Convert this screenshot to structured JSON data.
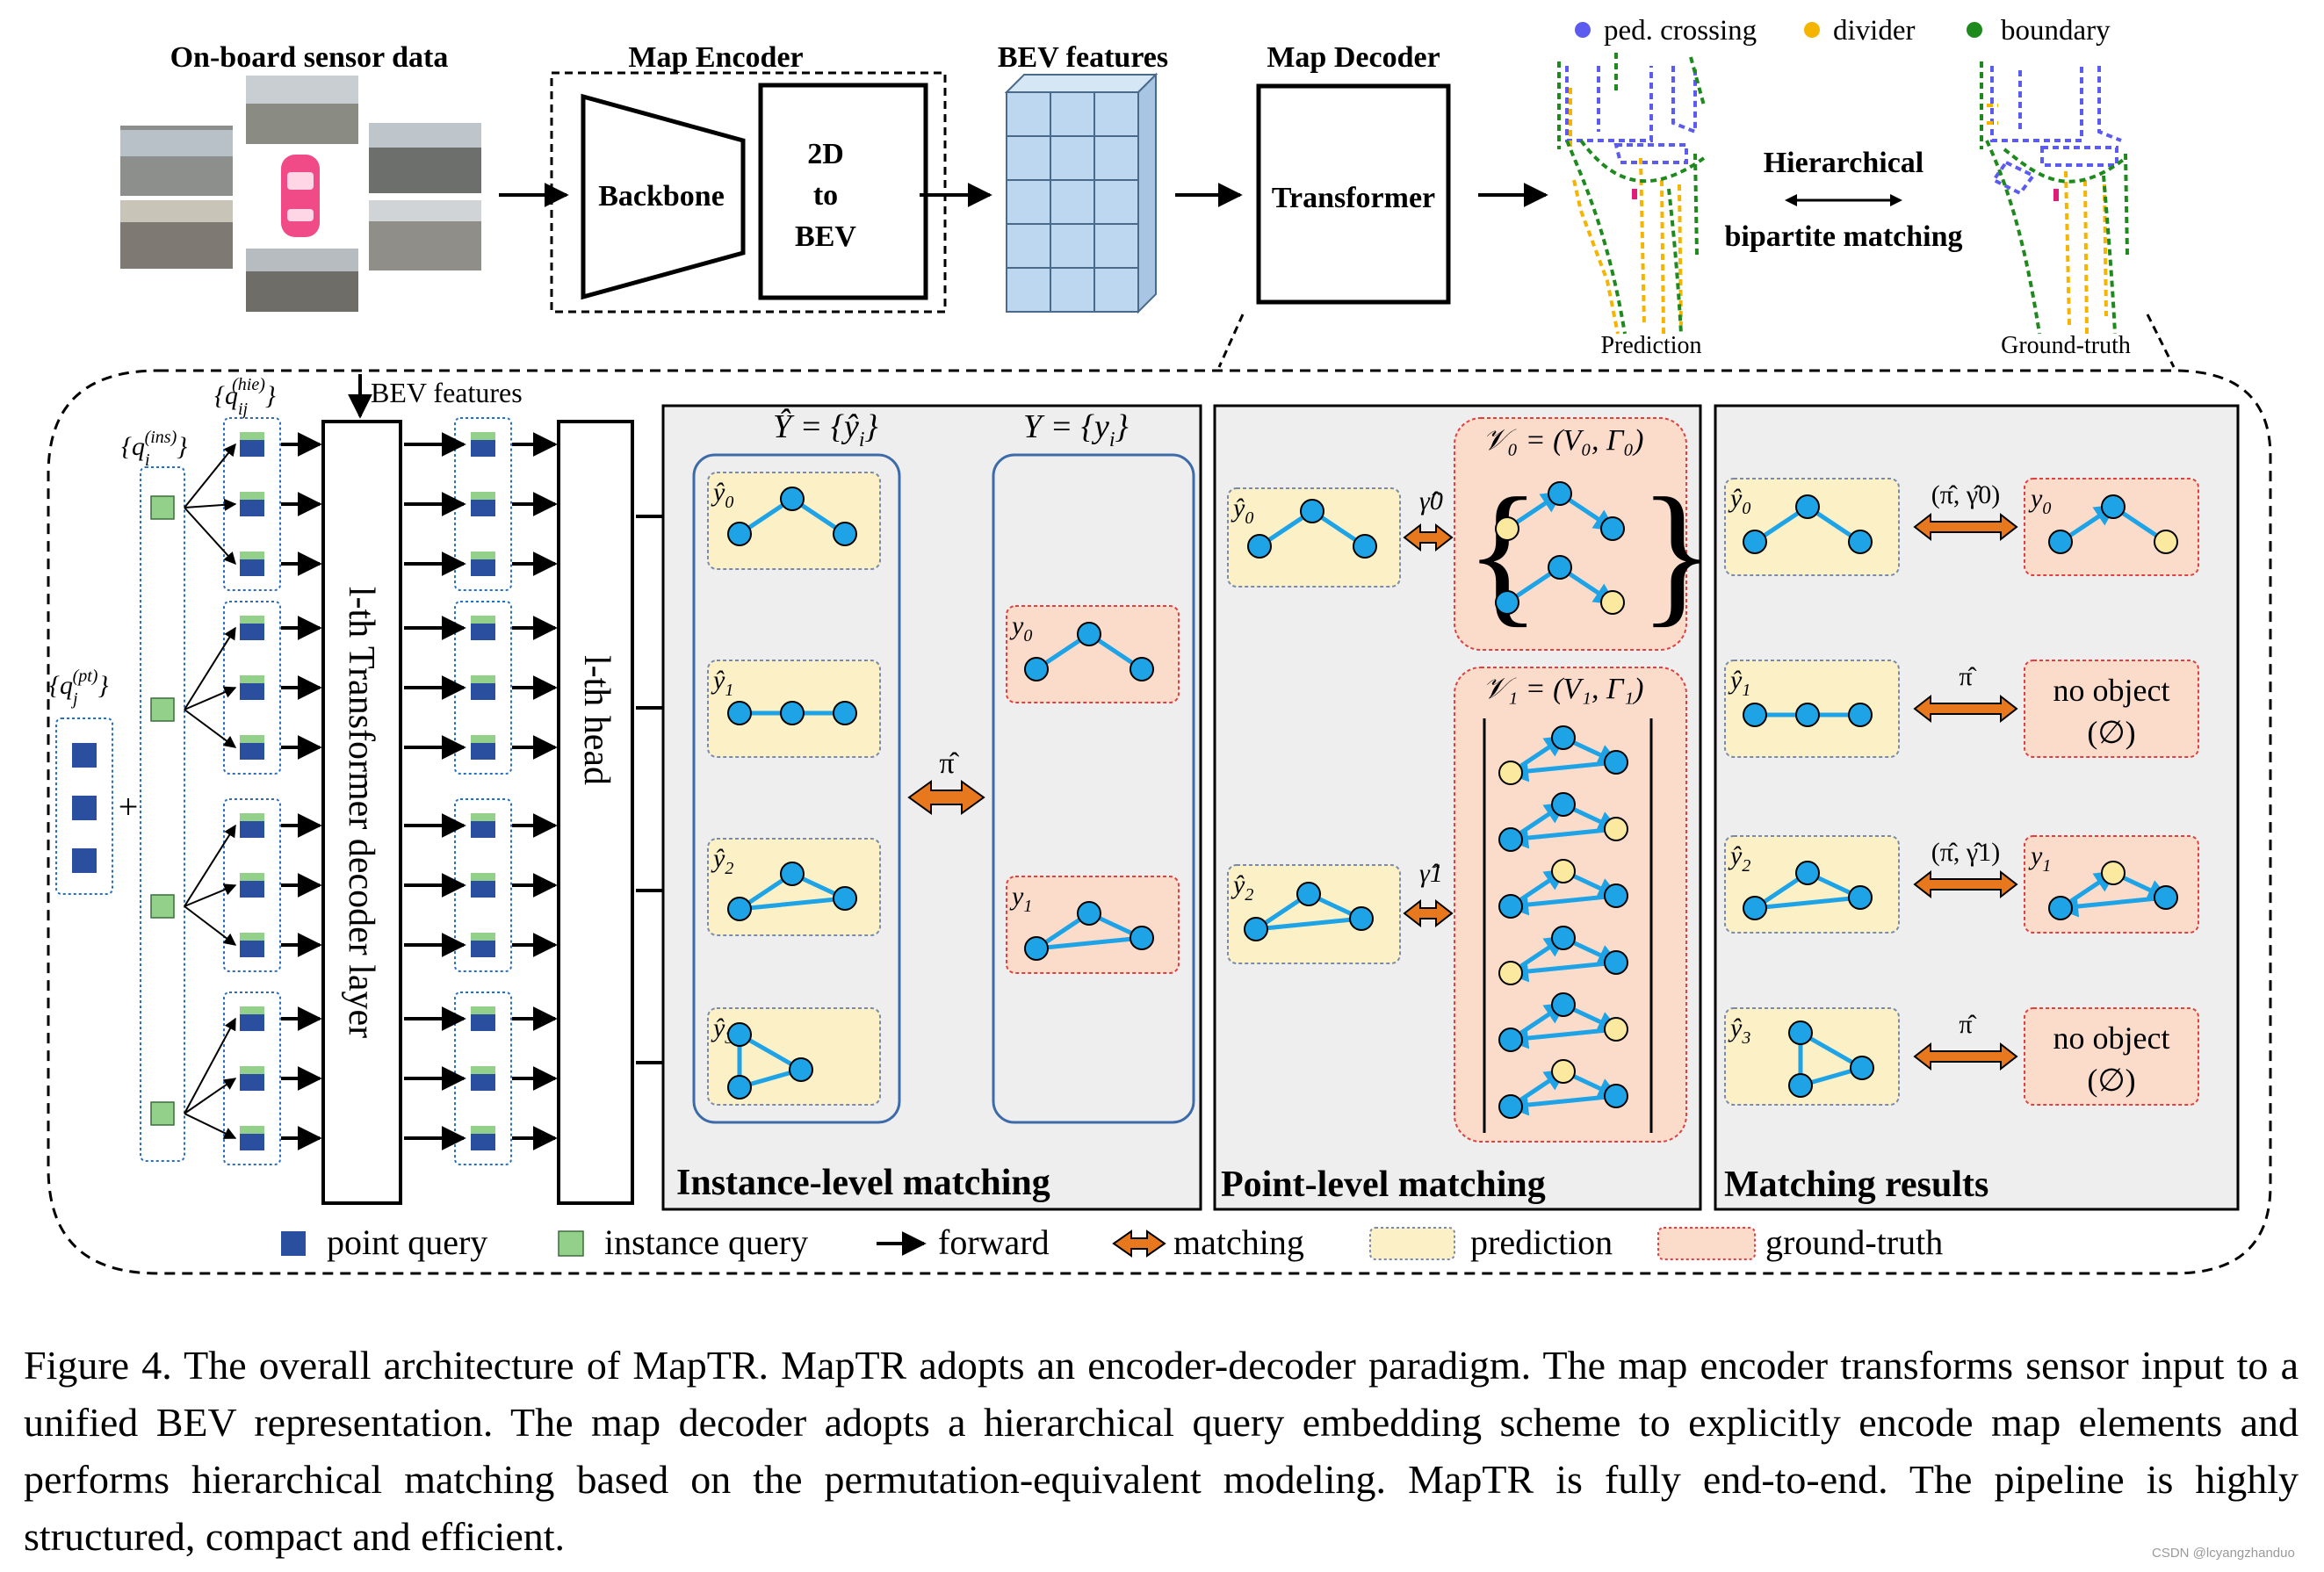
{
  "top": {
    "sensor_label": "On-board sensor data",
    "encoder_label": "Map Encoder",
    "backbone": "Backbone",
    "to_bev": [
      "2D",
      "to",
      "BEV"
    ],
    "bev_label": "BEV features",
    "decoder_label": "Map Decoder",
    "transformer": "Transformer",
    "legend": [
      {
        "label": "ped. crossing",
        "color": "#5b5bf0"
      },
      {
        "label": "divider",
        "color": "#f5b400"
      },
      {
        "label": "boundary",
        "color": "#1e8a1e"
      }
    ],
    "hier_1": "Hierarchical",
    "hier_2": "bipartite matching",
    "prediction": "Prediction",
    "ground_truth": "Ground-truth"
  },
  "bottom": {
    "q_hie": "{q",
    "q_ins": "{q",
    "q_pt": "{q",
    "bev_features": "BEV features",
    "decoder_layer": "l-th Transformer decoder layer",
    "head": "l-th head",
    "plus": "+",
    "panel_instance": "Instance-level matching",
    "panel_point": "Point-level matching",
    "panel_results": "Matching results",
    "y_hat_set": "Ŷ = {ŷ",
    "y_set": "Y = {y",
    "no_object": "no object",
    "empty_set": "(∅)",
    "pi_hat": "π̂"
  },
  "legend_bottom": {
    "point_query": "point query",
    "instance_query": "instance query",
    "forward": "forward",
    "matching": "matching",
    "prediction": "prediction",
    "ground_truth": "ground-truth"
  },
  "colors": {
    "point_query": "#2a4f9e",
    "instance_query": "#93d08a",
    "node": "#1ea4e6",
    "gt_node": "#fbe9a0",
    "pred_box": "#fbf0c6",
    "gt_box": "#fbdccb",
    "panel": "#eeeeee",
    "match_arrow": "#e8781e",
    "bev_cell": "#bcd7ef"
  },
  "caption": "Figure 4. The overall architecture of MapTR. MapTR adopts an encoder-decoder paradigm. The map encoder transforms sensor input to a unified BEV representation. The map decoder adopts a hierarchical query embedding scheme to explicitly encode map elements and performs hierarchical matching based on the permutation-equivalent modeling. MapTR is fully end-to-end. The pipeline is highly structured, compact and efficient.",
  "watermark": "CSDN @lcyangzhanduo"
}
